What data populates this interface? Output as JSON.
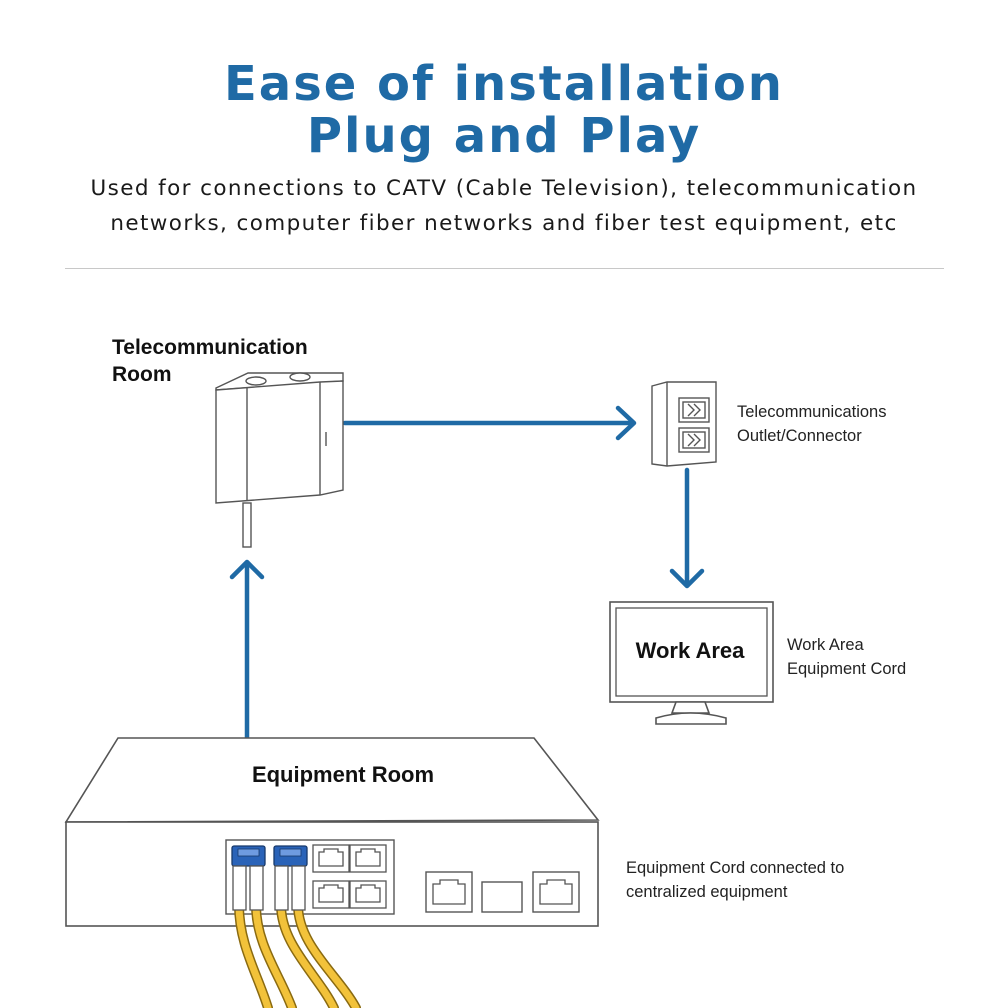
{
  "header": {
    "title_line1": "Ease of installation",
    "title_line2": "Plug and Play",
    "subtitle_line1": "Used for connections to CATV (Cable Television), telecommunication",
    "subtitle_line2": "networks, computer fiber networks and fiber test equipment, etc"
  },
  "diagram": {
    "telecom_room_label_line1": "Telecommunication",
    "telecom_room_label_line2": "Room",
    "outlet_label_line1": "Telecommunications",
    "outlet_label_line2": "Outlet/Connector",
    "work_area_label": "Work Area",
    "work_area_cord_line1": "Work Area",
    "work_area_cord_line2": "Equipment Cord",
    "equipment_room_label": "Equipment Room",
    "equipment_cord_line1": "Equipment Cord connected to",
    "equipment_cord_line2": "centralized equipment"
  },
  "colors": {
    "accent_blue": "#1f6aa5",
    "cable_yellow": "#f2c23a",
    "connector_blue": "#2a63b8",
    "outline": "#555555"
  },
  "icons": [
    "telecom-cabinet-icon",
    "wall-outlet-icon",
    "monitor-icon",
    "network-switch-icon",
    "fiber-cable-icon"
  ]
}
